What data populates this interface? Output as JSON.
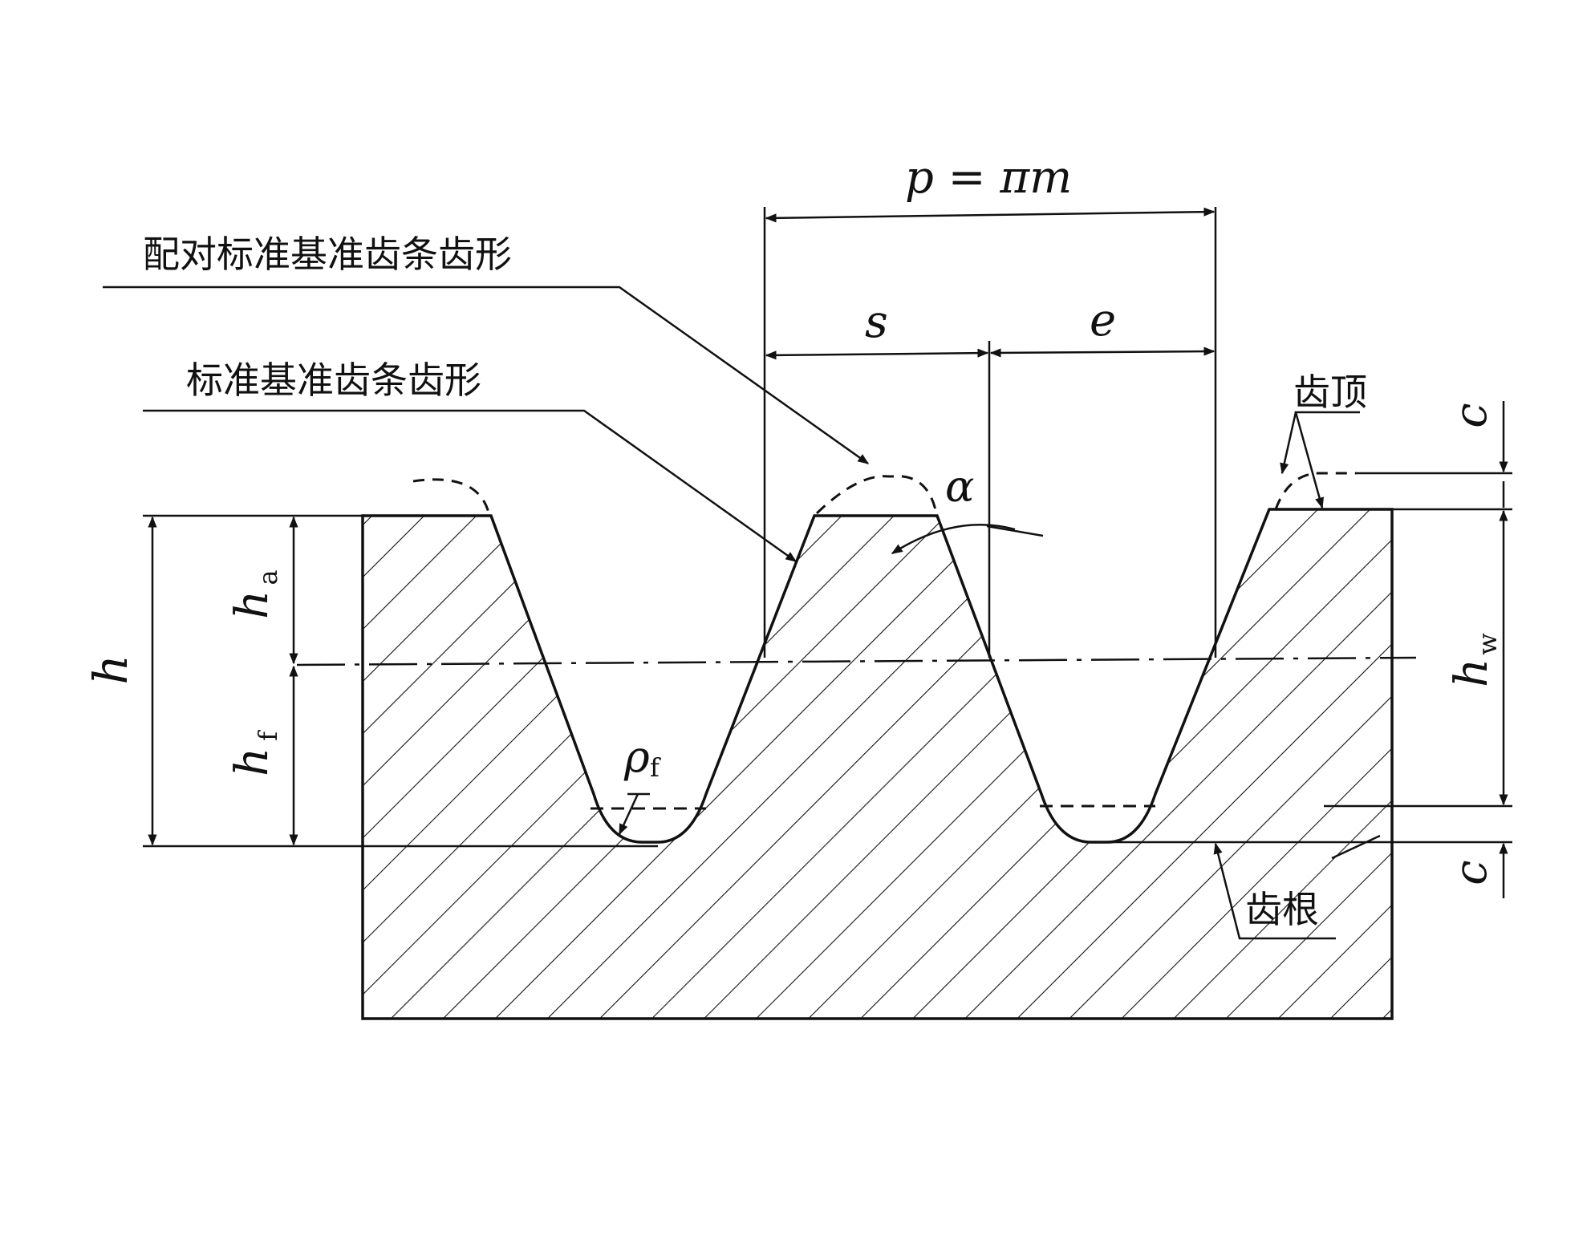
{
  "colors": {
    "ink": "#111111",
    "paper": "#ffffff"
  },
  "labels": {
    "mating_profile": "配对标准基准齿条齿形",
    "standard_profile": "标准基准齿条齿形",
    "tip": "齿顶",
    "root": "齿根"
  },
  "dims": {
    "pitch": "p = πm",
    "thickness": "s",
    "space": "e",
    "alpha": "α",
    "h": "h",
    "h_sym": "h",
    "ha_sub": "a",
    "hf_sub": "f",
    "hw_sub": "w",
    "c": "c",
    "rho": "ρ",
    "rho_sub": "f"
  }
}
